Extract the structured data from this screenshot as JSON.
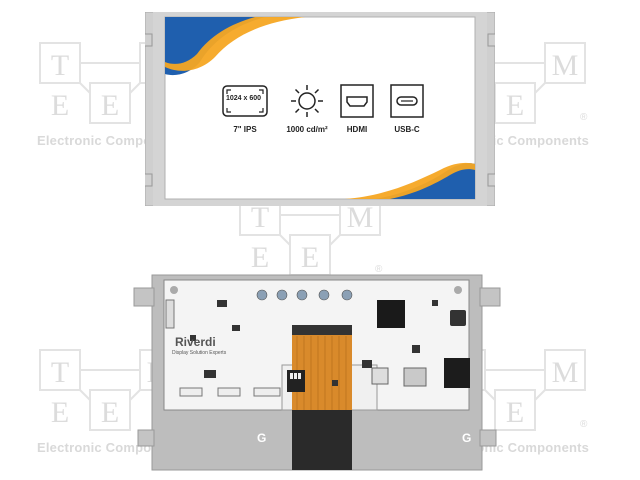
{
  "watermark": {
    "logo_letters": [
      "T",
      "E",
      "M",
      "E"
    ],
    "caption": "Electronic Components",
    "registered_mark": "®"
  },
  "front_panel": {
    "specs": [
      {
        "icon": "resolution-frame-icon",
        "text": "1024 x 600",
        "label": "7\" IPS"
      },
      {
        "icon": "brightness-sun-icon",
        "label": "1000 cd/m²"
      },
      {
        "icon": "hdmi-port-icon",
        "label": "HDMI"
      },
      {
        "icon": "usb-c-port-icon",
        "label": "USB-C"
      }
    ],
    "colors": {
      "orange": "#f5a623",
      "blue": "#1f5fae",
      "frame": "#c8c8c8"
    }
  },
  "back_panel": {
    "brand_name": "Riverdi",
    "brand_tagline": "Display Solution Experts",
    "colors": {
      "pcb": "#f4f4f4",
      "flex": "#d98a2b",
      "panel": "#bdbdbd"
    }
  }
}
